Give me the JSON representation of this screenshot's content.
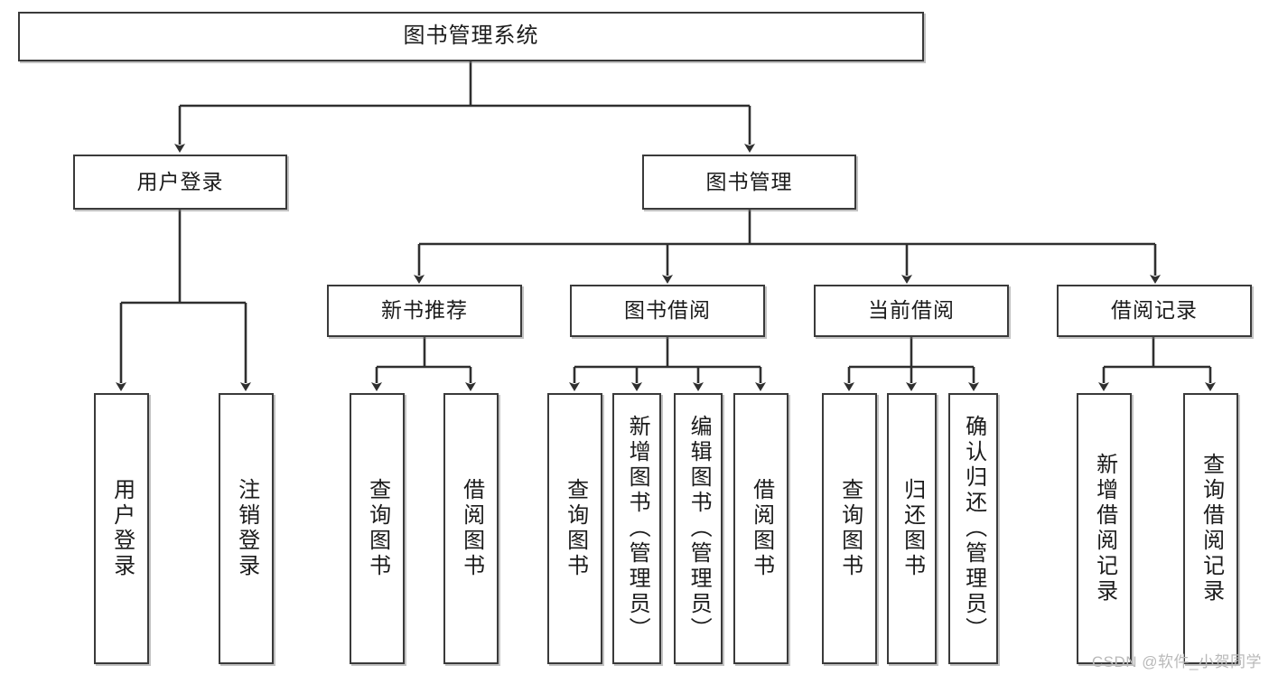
{
  "diagram": {
    "title": "图书管理系统",
    "type": "tree",
    "root": {
      "label": "图书管理系统"
    },
    "level2": [
      {
        "label": "用户登录"
      },
      {
        "label": "图书管理"
      }
    ],
    "level3": [
      {
        "label": "新书推荐"
      },
      {
        "label": "图书借阅"
      },
      {
        "label": "当前借阅"
      },
      {
        "label": "借阅记录"
      }
    ],
    "leaves": [
      {
        "label": "用户登录",
        "parent": "用户登录"
      },
      {
        "label": "注销登录",
        "parent": "用户登录"
      },
      {
        "label": "查询图书",
        "parent": "新书推荐"
      },
      {
        "label": "借阅图书",
        "parent": "新书推荐"
      },
      {
        "label": "查询图书",
        "parent": "图书借阅"
      },
      {
        "label": "新增图书（管理员）",
        "parent": "图书借阅"
      },
      {
        "label": "编辑图书（管理员）",
        "parent": "图书借阅"
      },
      {
        "label": "借阅图书",
        "parent": "图书借阅"
      },
      {
        "label": "查询图书",
        "parent": "当前借阅"
      },
      {
        "label": "归还图书",
        "parent": "当前借阅"
      },
      {
        "label": "确认归还（管理员）",
        "parent": "当前借阅"
      },
      {
        "label": "新增借阅记录",
        "parent": "借阅记录"
      },
      {
        "label": "查询借阅记录",
        "parent": "借阅记录"
      }
    ],
    "colors": {
      "stroke": "#3a3a3a",
      "text": "#1b1b1b",
      "background": "#ffffff",
      "watermark": "#b9b9b9"
    }
  },
  "watermark": "CSDN @软件_小贺同学"
}
